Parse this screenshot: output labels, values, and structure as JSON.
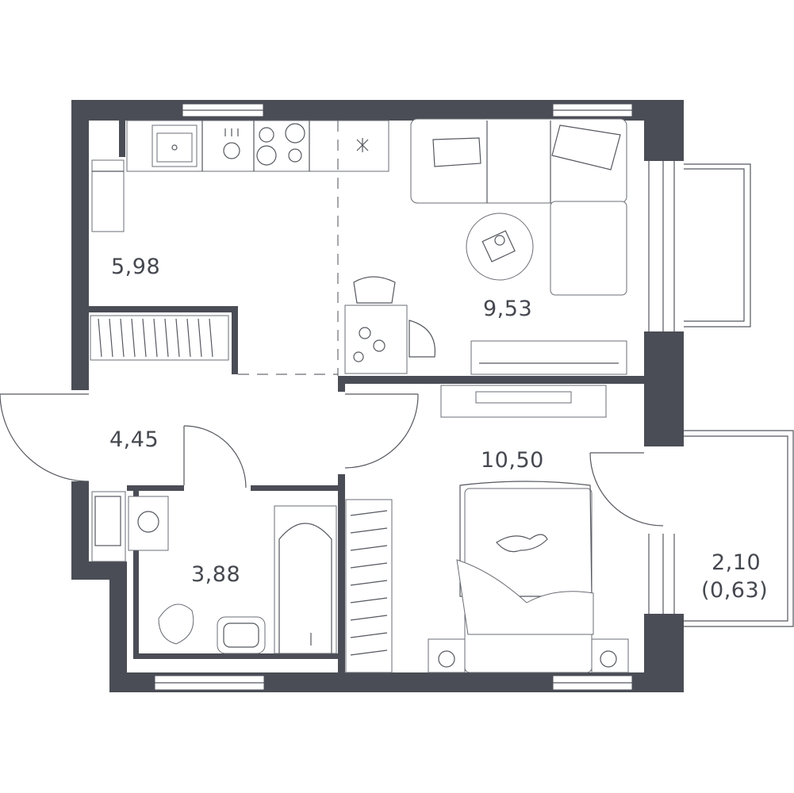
{
  "rooms": [
    {
      "id": "kitchen",
      "area": "5,98"
    },
    {
      "id": "living",
      "area": "9,53"
    },
    {
      "id": "hall",
      "area": "4,45"
    },
    {
      "id": "bedroom",
      "area": "10,50"
    },
    {
      "id": "bathroom",
      "area": "3,88"
    },
    {
      "id": "balcony",
      "area": "2,10",
      "area_reduced": "(0,63)"
    }
  ],
  "colors": {
    "wall": "#4a4d55",
    "line": "#55585f",
    "text": "#45484f"
  }
}
